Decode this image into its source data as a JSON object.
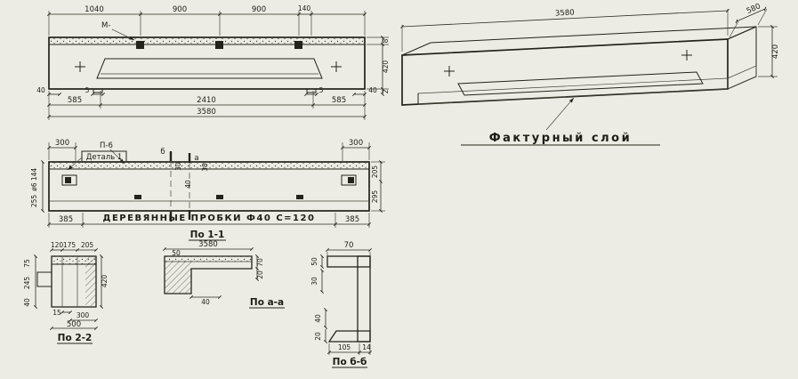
{
  "front_view": {
    "top_dims": [
      "1040",
      "900",
      "900",
      "140"
    ],
    "mark_label": "М-",
    "small_dims": [
      "40",
      "5",
      "5",
      "40"
    ],
    "bottom_dims": [
      "585",
      "2410",
      "585"
    ],
    "total_dim": "3580",
    "right_dims": [
      "8",
      "420",
      "2"
    ]
  },
  "iso_view": {
    "length_dim": "3580",
    "depth_dim": "580",
    "height_dim": "420",
    "callout": "Фактурный слой"
  },
  "plan_view": {
    "top_left_dim": "300",
    "top_right_dim": "300",
    "piece_label": "П-6",
    "detail_label": "Деталь 1",
    "section_b": "б",
    "section_a": "а",
    "mid_dims": [
      "30",
      "40",
      "38"
    ],
    "left_dims": [
      "144",
      "ø6",
      "255"
    ],
    "right_dims": [
      "205",
      "295"
    ],
    "note": "ДЕРЕВЯННЫЕ ПРОБКИ Ф40 С=120",
    "bottom_left_dim": "385",
    "bottom_right_dim": "385"
  },
  "section_2_2": {
    "caption": "По 2-2",
    "top_dims": [
      "120",
      "175",
      "205"
    ],
    "left_dims": [
      "75",
      "245",
      "40"
    ],
    "height_dim": "420",
    "inner_dims": [
      "15",
      "300"
    ],
    "bottom_dim": "500"
  },
  "section_1_1": {
    "caption": "По 1-1",
    "length_dim": "3580",
    "top_dim": "50",
    "right_dims": [
      "70",
      "20"
    ],
    "bottom_dim": "40"
  },
  "section_a_a": {
    "caption": "По а-а"
  },
  "section_b_b": {
    "caption": "По б-б",
    "top_dim": "70",
    "left_dims": [
      "50",
      "30"
    ],
    "side_dims": [
      "40",
      "20"
    ],
    "bottom_dims": [
      "105",
      "14"
    ]
  }
}
